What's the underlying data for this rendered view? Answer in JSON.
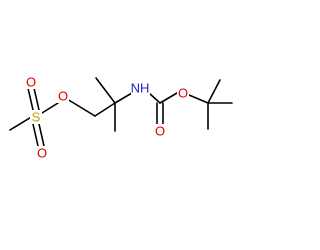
{
  "diagram": {
    "type": "chemical-structure",
    "atom_labels": {
      "sulfur": "S",
      "sulfonyl_oxygen_1": "O",
      "sulfonyl_oxygen_2": "O",
      "ester_oxygen": "O",
      "amine": "NH",
      "carbamate_oxygen": "O",
      "carbonyl_oxygen": "O"
    },
    "colors": {
      "bond": "#000000",
      "sulfur": "#b8a100",
      "oxygen": "#e00000",
      "nitrogen": "#2020c8"
    }
  }
}
